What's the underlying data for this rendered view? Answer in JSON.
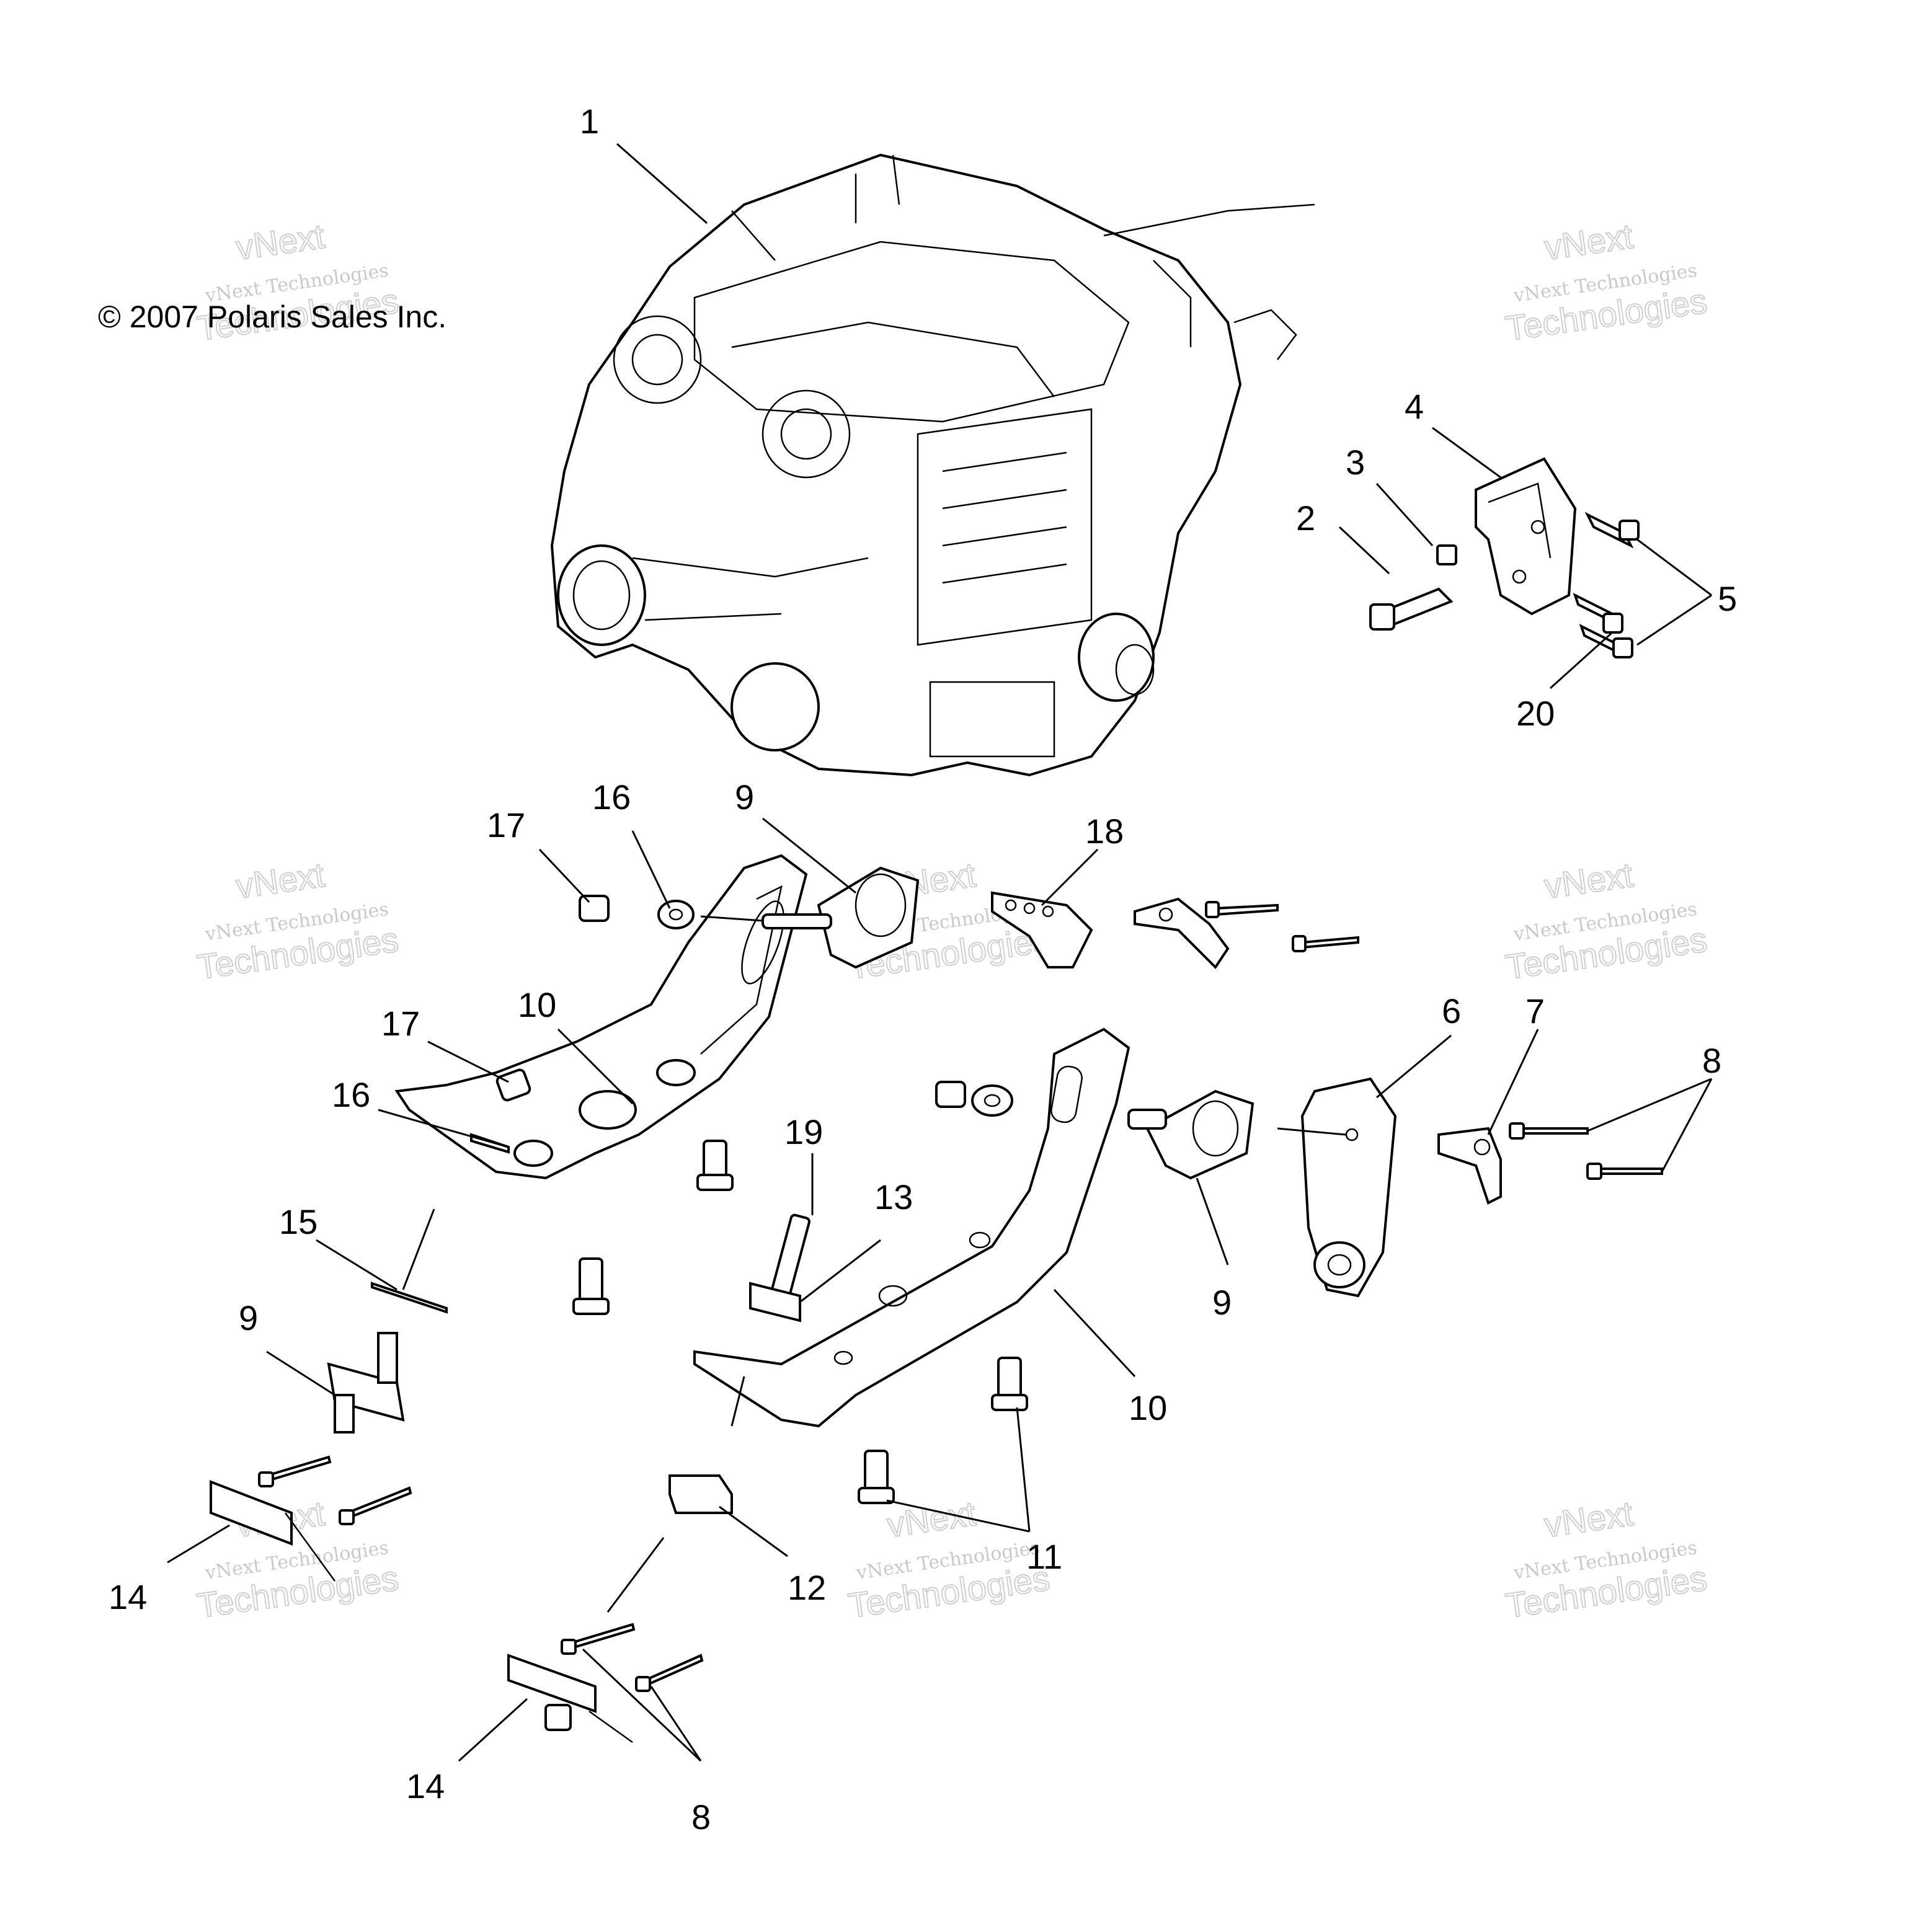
{
  "copyright": "© 2007 Polaris Sales Inc.",
  "watermark": {
    "line1": "vNext",
    "line2": "vNext Technologies",
    "line3": "Technologies"
  },
  "callouts": [
    "1",
    "2",
    "3",
    "4",
    "5",
    "20",
    "17",
    "16",
    "9",
    "18",
    "17",
    "10",
    "16",
    "15",
    "9",
    "14",
    "19",
    "13",
    "6",
    "7",
    "8",
    "9",
    "10",
    "12",
    "11",
    "14",
    "8"
  ]
}
